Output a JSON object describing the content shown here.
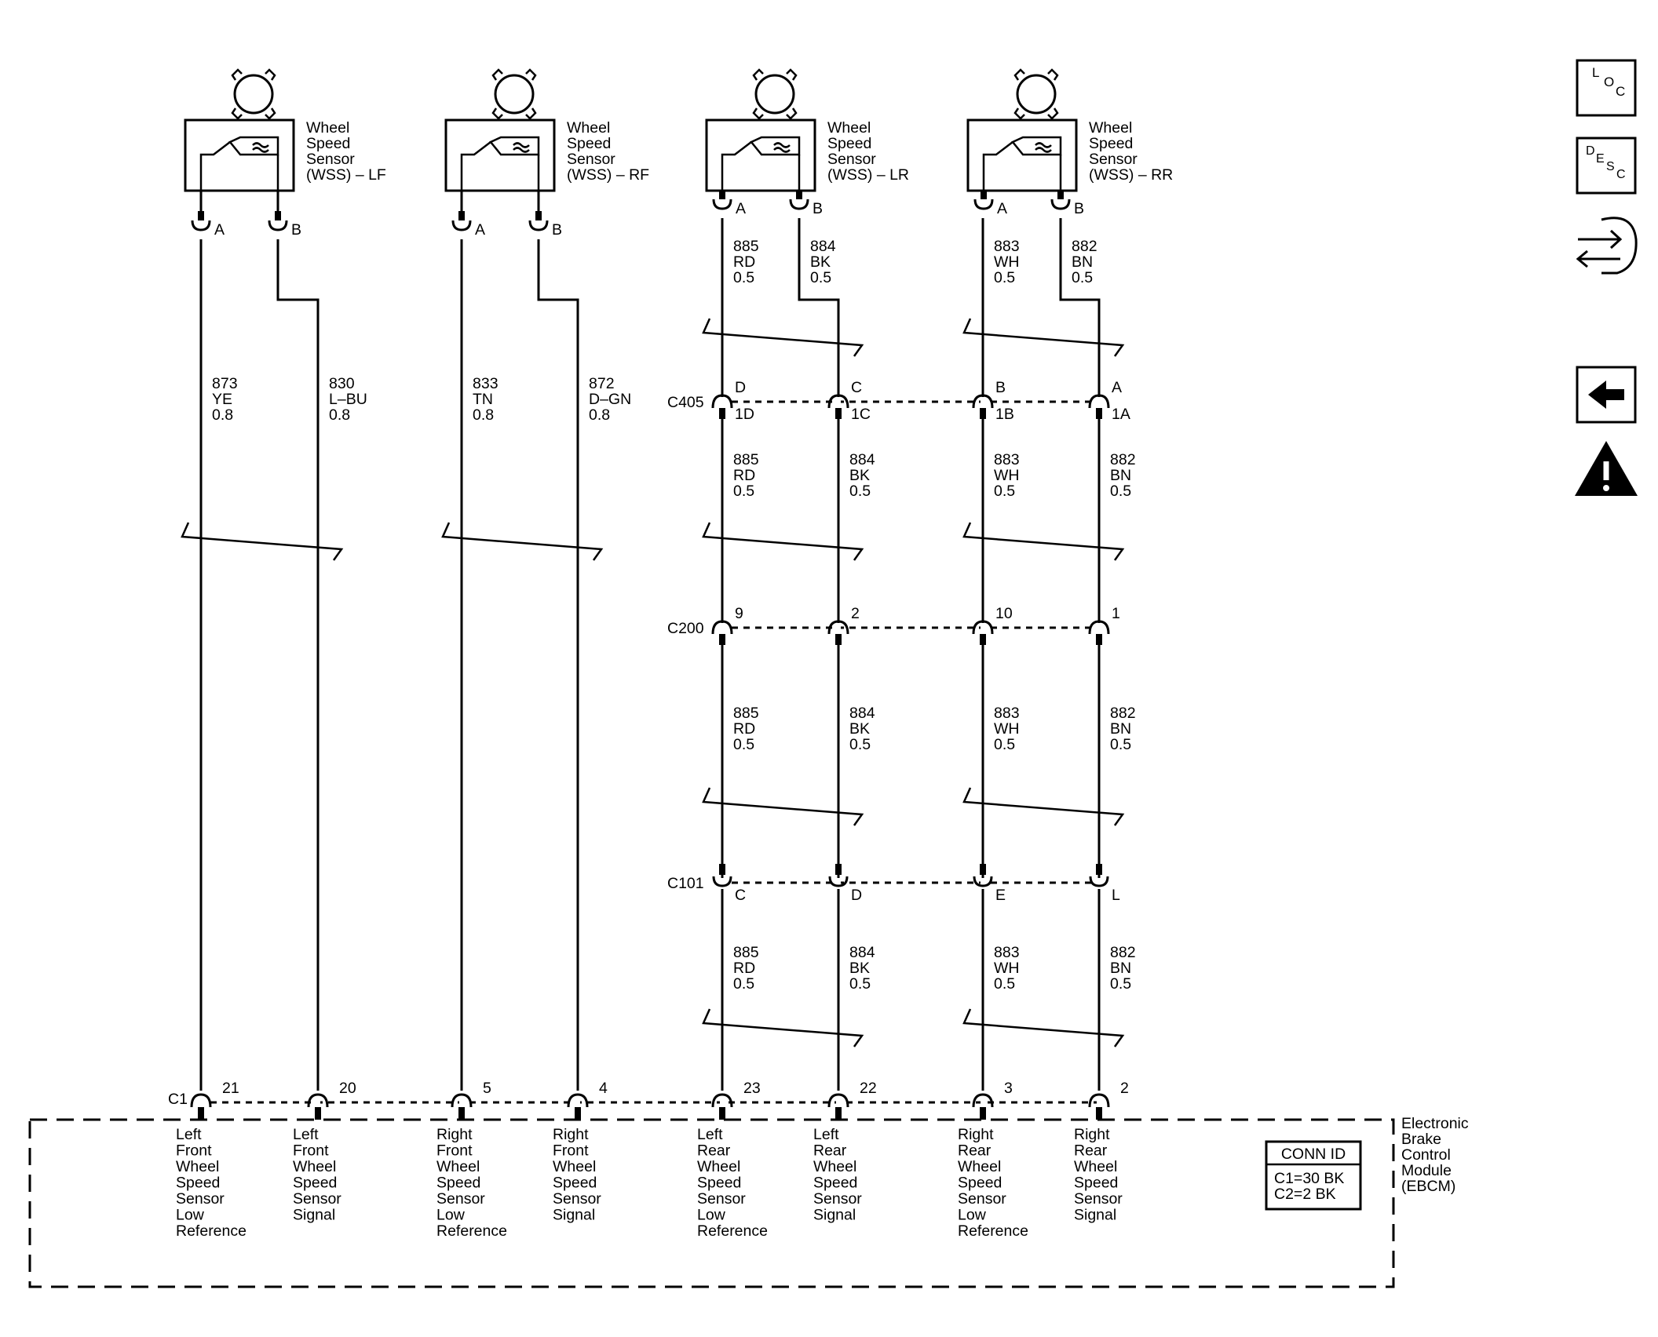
{
  "sensors": [
    {
      "label": [
        "Wheel",
        "Speed",
        "Sensor",
        "(WSS) – LF"
      ],
      "pins": [
        "A",
        "B"
      ],
      "kind": "front"
    },
    {
      "label": [
        "Wheel",
        "Speed",
        "Sensor",
        "(WSS) – RF"
      ],
      "pins": [
        "A",
        "B"
      ],
      "kind": "front"
    },
    {
      "label": [
        "Wheel",
        "Speed",
        "Sensor",
        "(WSS) – LR"
      ],
      "pins": [
        "A",
        "B"
      ],
      "kind": "rear"
    },
    {
      "label": [
        "Wheel",
        "Speed",
        "Sensor",
        "(WSS) – RR"
      ],
      "pins": [
        "A",
        "B"
      ],
      "kind": "rear"
    }
  ],
  "front_wires": [
    [
      "873",
      "YE",
      "0.8"
    ],
    [
      "830",
      "L–BU",
      "0.8"
    ],
    [
      "833",
      "TN",
      "0.8"
    ],
    [
      "872",
      "D–GN",
      "0.8"
    ]
  ],
  "rear_wires": [
    [
      "885",
      "RD",
      "0.5"
    ],
    [
      "884",
      "BK",
      "0.5"
    ],
    [
      "883",
      "WH",
      "0.5"
    ],
    [
      "882",
      "BN",
      "0.5"
    ]
  ],
  "connectors": [
    {
      "id": "C405",
      "top_pins": [
        "D",
        "C",
        "B",
        "A"
      ],
      "bottom_pins": [
        "1D",
        "1C",
        "1B",
        "1A"
      ]
    },
    {
      "id": "C200",
      "top_pins": [
        "9",
        "2",
        "10",
        "1"
      ],
      "bottom_pins": []
    },
    {
      "id": "C101",
      "top_pins": [],
      "bottom_pins": [
        "C",
        "D",
        "E",
        "L"
      ]
    }
  ],
  "module": {
    "connector": "C1",
    "pins": [
      "21",
      "20",
      "5",
      "4",
      "23",
      "22",
      "3",
      "2"
    ],
    "functions": [
      [
        "Left",
        "Front",
        "Wheel",
        "Speed",
        "Sensor",
        "Low",
        "Reference"
      ],
      [
        "Left",
        "Front",
        "Wheel",
        "Speed",
        "Sensor",
        "Signal"
      ],
      [
        "Right",
        "Front",
        "Wheel",
        "Speed",
        "Sensor",
        "Low",
        "Reference"
      ],
      [
        "Right",
        "Front",
        "Wheel",
        "Speed",
        "Sensor",
        "Signal"
      ],
      [
        "Left",
        "Rear",
        "Wheel",
        "Speed",
        "Sensor",
        "Low",
        "Reference"
      ],
      [
        "Left",
        "Rear",
        "Wheel",
        "Speed",
        "Sensor",
        "Signal"
      ],
      [
        "Right",
        "Rear",
        "Wheel",
        "Speed",
        "Sensor",
        "Low",
        "Reference"
      ],
      [
        "Right",
        "Rear",
        "Wheel",
        "Speed",
        "Sensor",
        "Signal"
      ]
    ],
    "name": [
      "Electronic",
      "Brake",
      "Control",
      "Module",
      "(EBCM)"
    ],
    "conn_id_title": "CONN ID",
    "conn_id_lines": [
      "C1=30 BK",
      "C2=2 BK"
    ]
  },
  "side_icons": [
    {
      "name": "loc-icon",
      "letters": [
        "L",
        "O",
        "C"
      ]
    },
    {
      "name": "desc-icon",
      "letters": [
        "D",
        "E",
        "S",
        "C"
      ]
    },
    {
      "name": "connector-diag-icon"
    },
    {
      "name": "back-arrow-icon"
    },
    {
      "name": "warning-icon"
    }
  ]
}
